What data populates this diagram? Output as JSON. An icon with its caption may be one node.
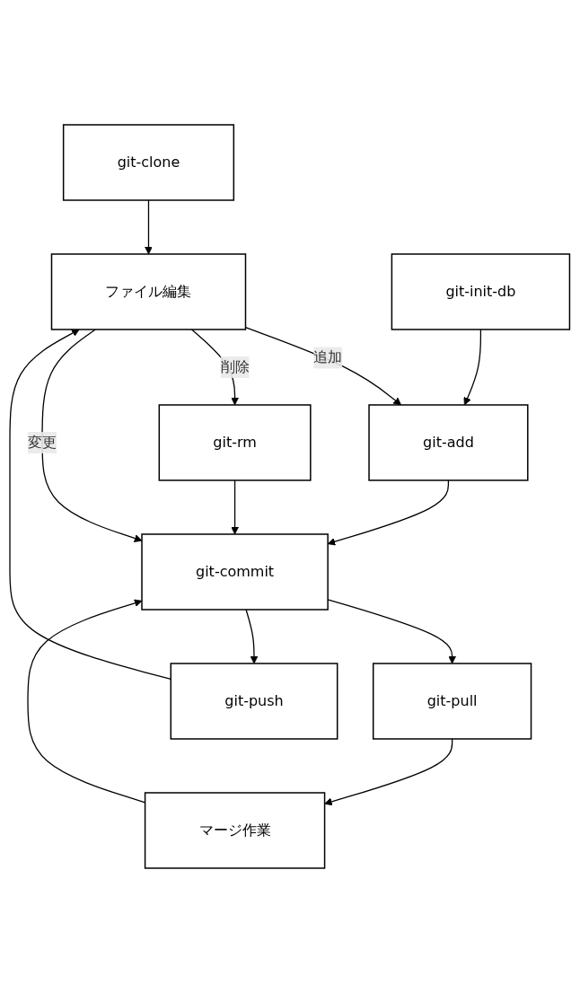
{
  "diagram": {
    "nodes": [
      {
        "text": [
          "git-clone"
        ]
      },
      {
        "text": [
          "ファイル編集"
        ]
      },
      {
        "text": [
          "git-init-db"
        ]
      },
      {
        "text": [
          "git-add"
        ]
      },
      {
        "text": [
          "git-rm"
        ]
      },
      {
        "text": [
          "git-commit"
        ]
      },
      {
        "text": [
          "git-pull"
        ]
      },
      {
        "text": [
          "git-push"
        ]
      },
      {
        "text": [
          "マージ作業"
        ]
      }
    ],
    "edges": [
      {
        "from": 0,
        "to": 1,
        "arrow": "to"
      },
      {
        "from": 2,
        "to": 3,
        "arrow": "to"
      },
      {
        "from": 1,
        "to": 3,
        "arrow": "to",
        "label": "追加"
      },
      {
        "from": 1,
        "to": 4,
        "arrow": "to",
        "label": "削除"
      },
      {
        "from": 1,
        "to": 5,
        "arrow": "to",
        "label": "変更"
      },
      {
        "from": 3,
        "to": 5,
        "arrow": "to"
      },
      {
        "from": 4,
        "to": 5,
        "arrow": "to"
      },
      {
        "from": 5,
        "to": 6,
        "arrow": "to"
      },
      {
        "from": 5,
        "to": 7,
        "arrow": "to"
      },
      {
        "from": 7,
        "to": 1,
        "arrow": "to"
      },
      {
        "from": 6,
        "to": 8,
        "arrow": "to"
      },
      {
        "from": 8,
        "to": 5,
        "arrow": "to"
      }
    ]
  }
}
